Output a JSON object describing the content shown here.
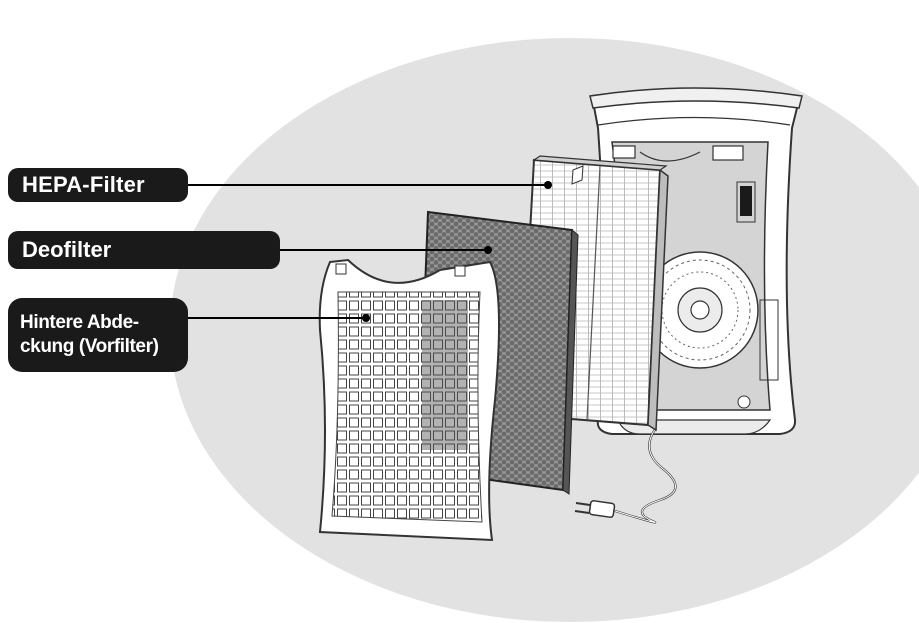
{
  "labels": {
    "hepa": "HEPA-Filter",
    "deo": "Deofilter",
    "back_line1": "Hintere Abde-",
    "back_line2": "ckung (Vorfilter)"
  },
  "colors": {
    "background_ellipse": "#e2e2e2",
    "label_background": "#1a1a1a",
    "label_text": "#ffffff",
    "outline": "#333333"
  }
}
